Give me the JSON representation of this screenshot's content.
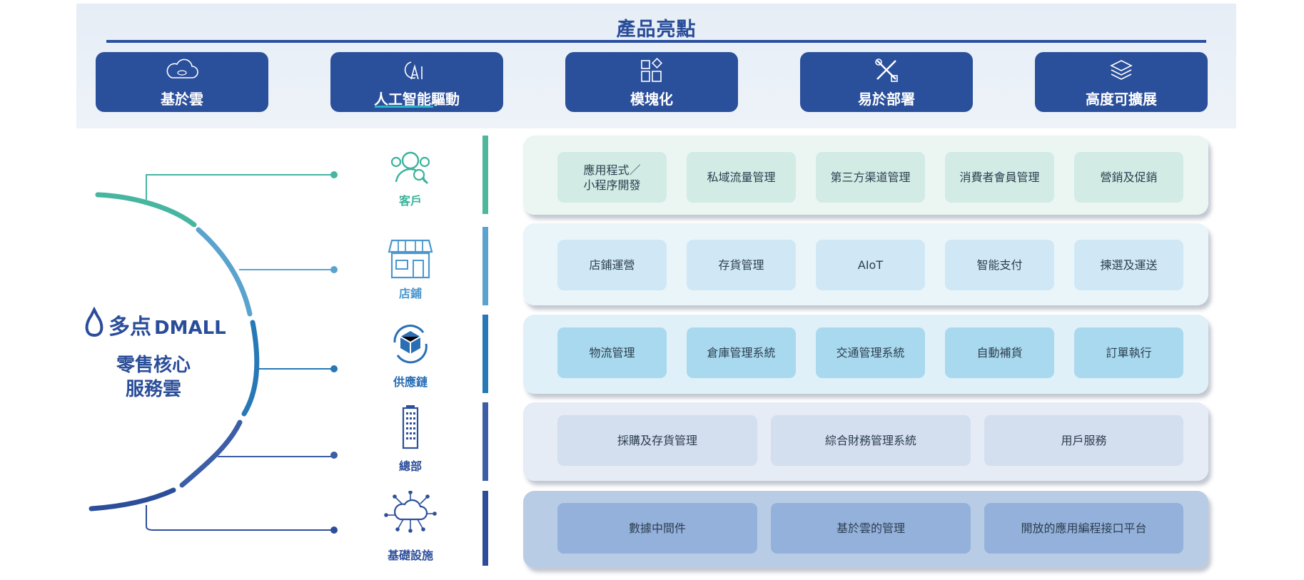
{
  "header": {
    "title": "產品亮點"
  },
  "features": [
    {
      "label": "基於雲",
      "icon": "cloud-icon"
    },
    {
      "label": "人工智能驅動",
      "icon": "ai-icon"
    },
    {
      "label": "模塊化",
      "icon": "modules-icon"
    },
    {
      "label": "易於部署",
      "icon": "tools-icon"
    },
    {
      "label": "高度可擴展",
      "icon": "layers-icon"
    }
  ],
  "brand": {
    "logo_text": "多点DMALL",
    "title_line1": "零售核心",
    "title_line2": "服務雲"
  },
  "colors": {
    "primary": "#2a4f9b",
    "teal": "#3cb39b",
    "customer_bar": "#4fb89c",
    "store_bar": "#5aa3cf",
    "supply_bar": "#2778b7",
    "hq_bar": "#3b5ea6",
    "infra_bar": "#2c4e9a"
  },
  "categories": [
    {
      "label": "客戶",
      "icon": "customer-icon",
      "color": "#3cb39b",
      "items": [
        "應用程式／\n小程序開發",
        "私域流量管理",
        "第三方渠道管理",
        "消費者會員管理",
        "營銷及促銷"
      ]
    },
    {
      "label": "店鋪",
      "icon": "store-icon",
      "color": "#4a97cf",
      "items": [
        "店鋪運營",
        "存貨管理",
        "AIoT",
        "智能支付",
        "揀選及運送"
      ]
    },
    {
      "label": "供應鏈",
      "icon": "supply-chain-icon",
      "color": "#2a6fb5",
      "items": [
        "物流管理",
        "倉庫管理系統",
        "交通管理系統",
        "自動補貨",
        "訂單執行"
      ]
    },
    {
      "label": "總部",
      "icon": "building-icon",
      "color": "#2e4f9b",
      "items": [
        "採購及存貨管理",
        "綜合財務管理系統",
        "用戶服務"
      ]
    },
    {
      "label": "基礎設施",
      "icon": "cloud-network-icon",
      "color": "#2e4f9b",
      "items": [
        "數據中間件",
        "基於雲的管理",
        "開放的應用編程接口平台"
      ]
    }
  ]
}
